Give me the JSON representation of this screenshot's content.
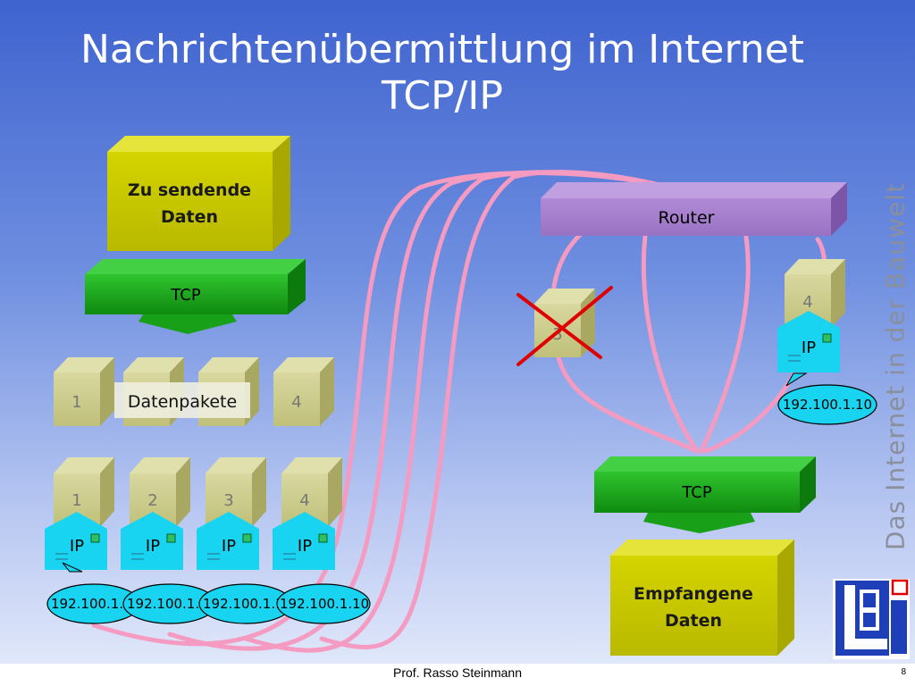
{
  "slide": {
    "title_line1": "Nachrichtenübermittlung im Internet",
    "title_line2": "TCP/IP",
    "sidebar_text": "Das Internet in der Bauwelt",
    "footer_author": "Prof. Rasso Steinmann",
    "page_number": "8"
  },
  "diagram": {
    "send_data_label_line1": "Zu sendende",
    "send_data_label_line2": "Daten",
    "tcp_label": "TCP",
    "packets_label": "Datenpakete",
    "packet_numbers": [
      "1",
      "2",
      "3",
      "4"
    ],
    "ip_label": "IP",
    "ip_address": "192.100.1.10",
    "router_label": "Router",
    "receive_data_label_line1": "Empfangene",
    "receive_data_label_line2": "Daten",
    "lost_packet_number": "3"
  },
  "colors": {
    "background_top": "#3f63cf",
    "box_yellow": "#c8c800",
    "packet_khaki": "#c9c98a",
    "tcp_green": "#15a015",
    "router_purple": "#a07acb",
    "ip_cyan": "#19d4f0",
    "route_pink": "#f59ac0",
    "cross_red": "#e00000"
  }
}
